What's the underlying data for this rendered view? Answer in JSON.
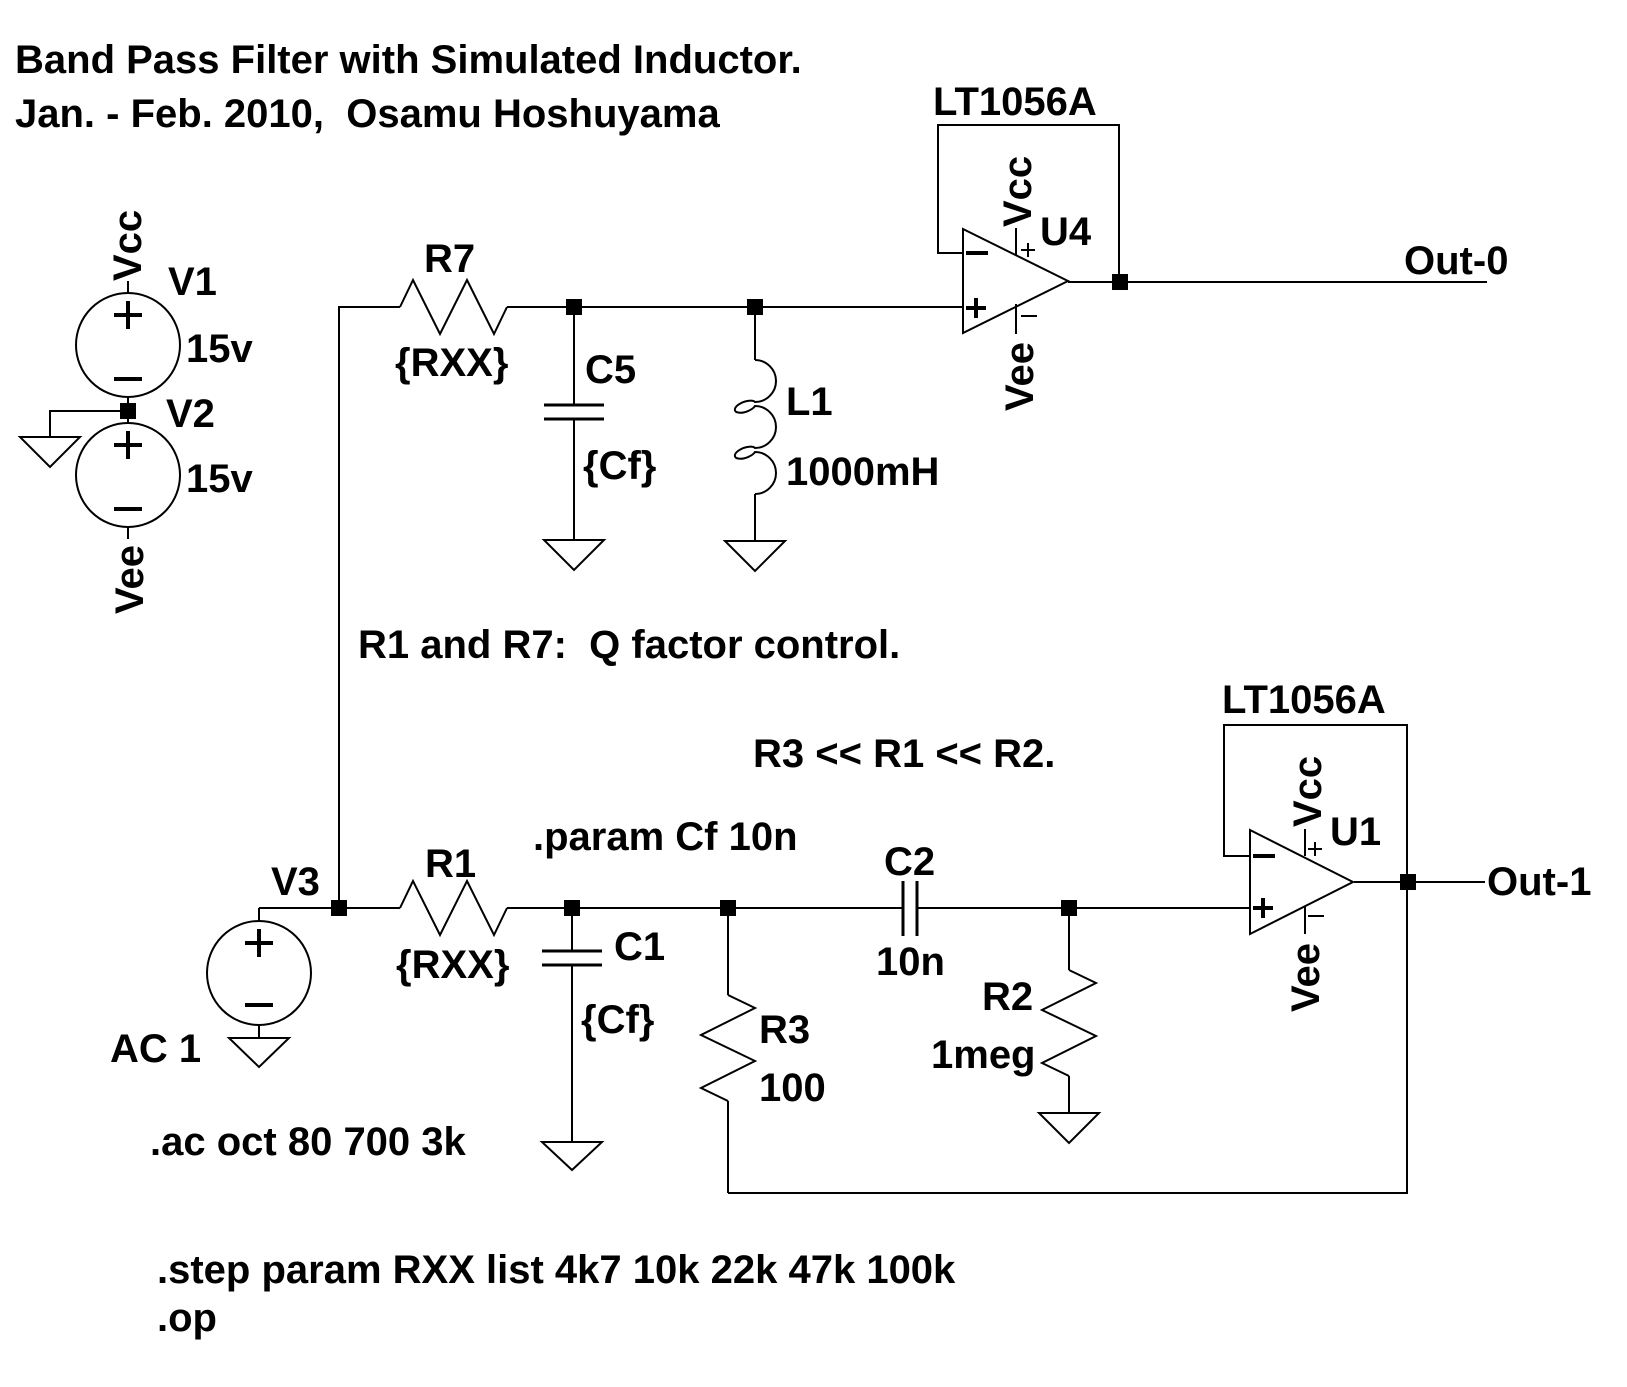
{
  "colors": {
    "ink": "#000000",
    "background": "#ffffff"
  },
  "title": {
    "line1": "Band Pass Filter with Simulated Inductor.",
    "line2": "Jan. - Feb. 2010,  Osamu Hoshuyama"
  },
  "rails": {
    "vcc": "Vcc",
    "vee": "Vee"
  },
  "sources": {
    "v1": {
      "ref": "V1",
      "value": "15v"
    },
    "v2": {
      "ref": "V2",
      "value": "15v"
    },
    "v3": {
      "ref": "V3",
      "value": "AC 1"
    }
  },
  "components": {
    "r7": {
      "ref": "R7",
      "value": "{RXX}"
    },
    "r1": {
      "ref": "R1",
      "value": "{RXX}"
    },
    "c5": {
      "ref": "C5",
      "value": "{Cf}"
    },
    "c1": {
      "ref": "C1",
      "value": "{Cf}"
    },
    "c2": {
      "ref": "C2",
      "value": "10n"
    },
    "r3": {
      "ref": "R3",
      "value": "100"
    },
    "r2": {
      "ref": "R2",
      "value": "1meg"
    },
    "l1": {
      "ref": "L1",
      "value": "1000mH"
    }
  },
  "opamps": {
    "u4": {
      "ref": "U4",
      "model": "LT1056A"
    },
    "u1": {
      "ref": "U1",
      "model": "LT1056A"
    }
  },
  "outputs": {
    "out0": "Out-0",
    "out1": "Out-1"
  },
  "annotations": {
    "q_note": "R1 and R7:  Q factor control.",
    "ratio_note": "R3 << R1 << R2.",
    "param_directive": ".param Cf 10n",
    "ac_directive": ".ac oct 80 700 3k",
    "step_directive": ".step param RXX list 4k7 10k 22k 47k 100k",
    "op_directive": ".op"
  }
}
